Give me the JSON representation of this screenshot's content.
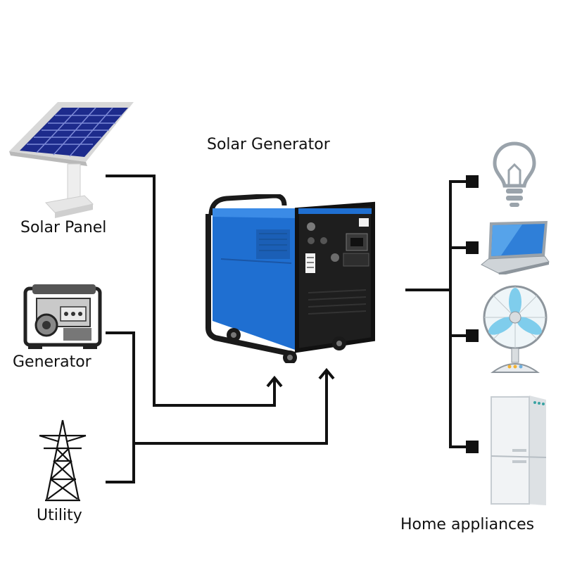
{
  "labels": {
    "title": "Solar Generator",
    "solar_panel": "Solar Panel",
    "generator": "Generator",
    "utility": "Utility",
    "home_appliances": "Home appliances"
  },
  "icons": {
    "solar_panel": "solar-panel-icon",
    "generator": "gas-generator-icon",
    "utility": "power-tower-icon",
    "solar_generator": "portable-power-station-icon",
    "bulb": "light-bulb-icon",
    "laptop": "laptop-icon",
    "fan": "electric-fan-icon",
    "fridge": "refrigerator-icon"
  },
  "colors": {
    "wire": "#111111",
    "device_blue": "#1f6fd1",
    "device_dark": "#1a1a1a",
    "panel_blue": "#1d2b8c"
  }
}
